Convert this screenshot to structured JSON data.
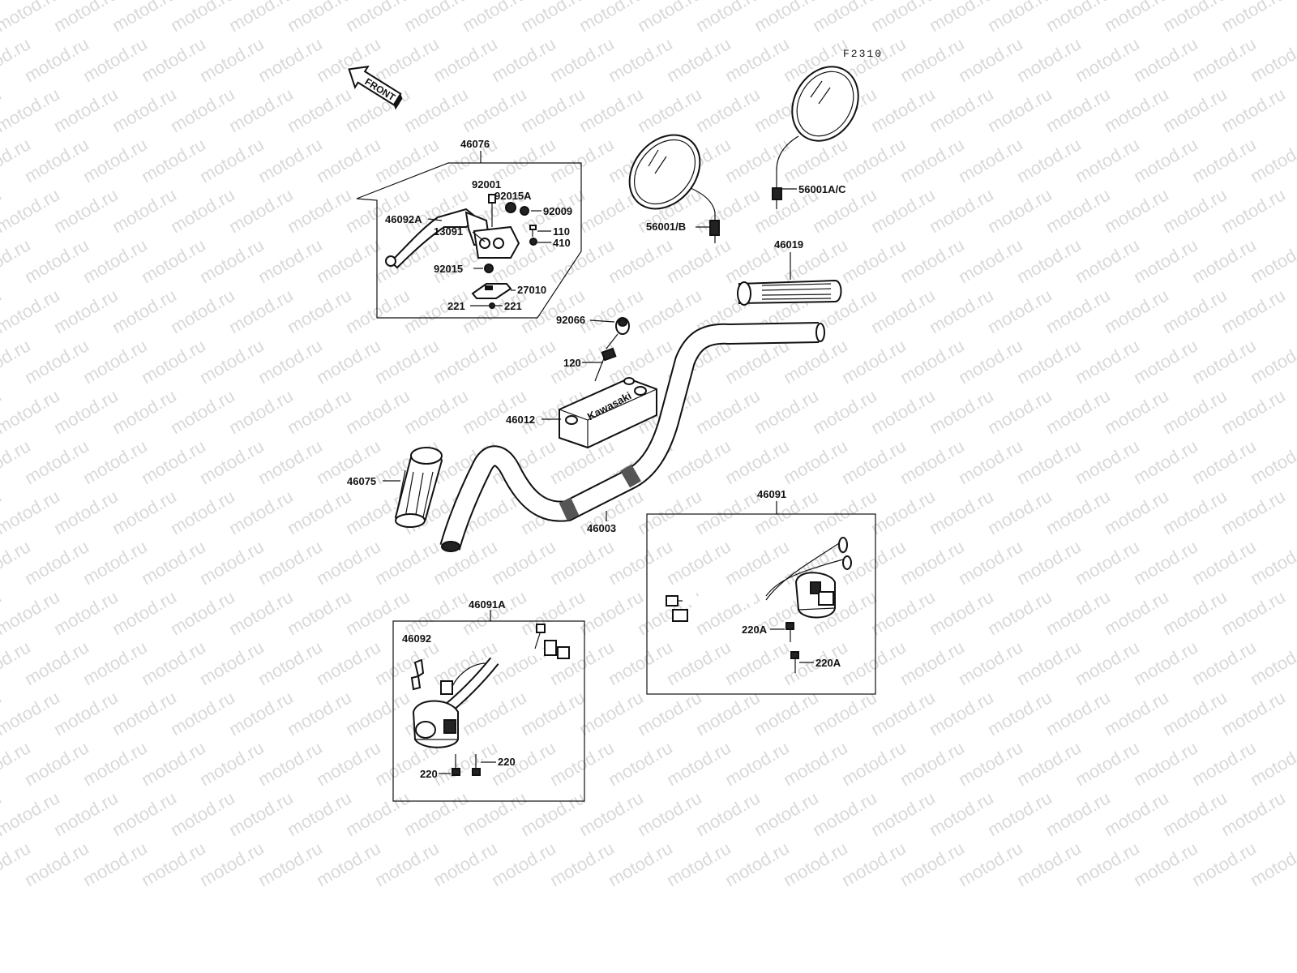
{
  "watermark": "motod.ru",
  "diagram_code": "F2310",
  "front_label": "FRONT",
  "brand_label": "Kawasaki",
  "labels": {
    "p46076": "46076",
    "p92001": "92001",
    "p92015A": "92015A",
    "p92009": "92009",
    "p46092A": "46092A",
    "p110": "110",
    "p410": "410",
    "p13091": "13091",
    "p92015": "92015",
    "p27010": "27010",
    "p221a": "221",
    "p221b": "221",
    "p56001B": "56001/B",
    "p56001AC": "56001A/C",
    "p46019": "46019",
    "p92066": "92066",
    "p120": "120",
    "p46012": "46012",
    "p46075": "46075",
    "p46003": "46003",
    "p46091": "46091",
    "p220Aa": "220A",
    "p220Ab": "220A",
    "p46091A": "46091A",
    "p46092": "46092",
    "p220a": "220",
    "p220b": "220"
  }
}
